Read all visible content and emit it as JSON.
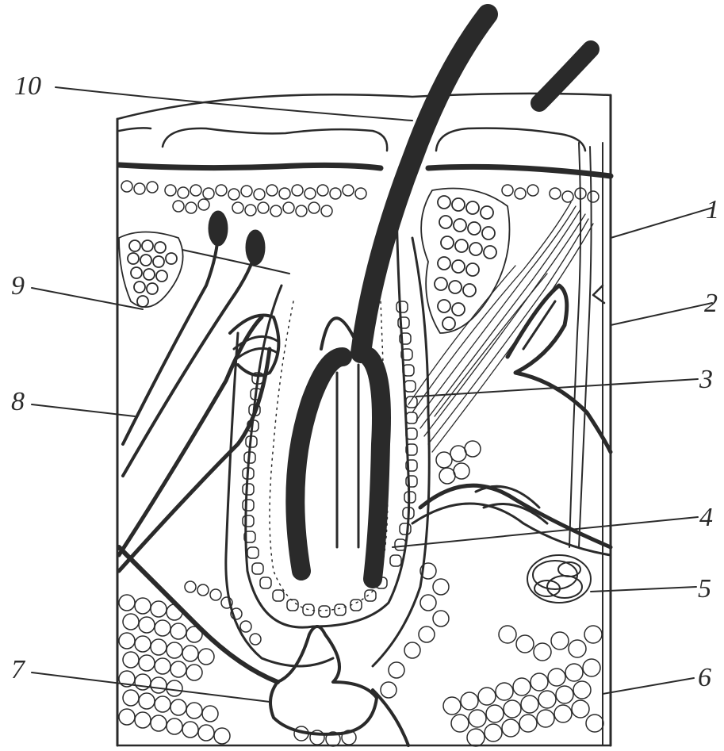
{
  "labels": {
    "l1": "1",
    "l2": "2",
    "l3": "3",
    "l4": "4",
    "l5": "5",
    "l6": "6",
    "l7": "7",
    "l8": "8",
    "l9": "9",
    "l10": "10"
  },
  "colors": {
    "ink": "#2a2a2a",
    "paper": "#ffffff"
  }
}
